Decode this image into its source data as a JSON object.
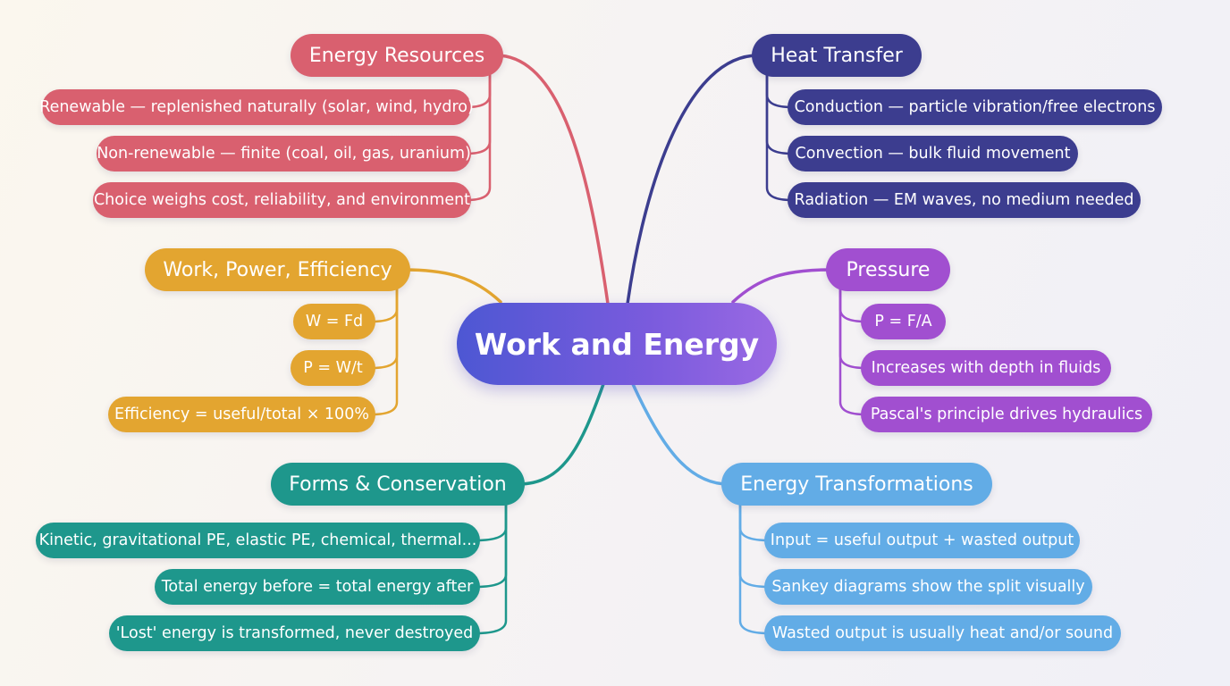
{
  "center": {
    "label": "Work and Energy"
  },
  "branches": {
    "resources": {
      "label": "Energy Resources",
      "color": "#d9606f",
      "items": [
        "Renewable — replenished naturally (solar, wind, hydro)",
        "Non-renewable — finite (coal, oil, gas, uranium)",
        "Choice weighs cost, reliability, and environment"
      ]
    },
    "heat": {
      "label": "Heat Transfer",
      "color": "#3c3d8f",
      "items": [
        "Conduction — particle vibration/free electrons",
        "Convection — bulk fluid movement",
        "Radiation — EM waves, no medium needed"
      ]
    },
    "work": {
      "label": "Work, Power, Efficiency",
      "color": "#e3a530",
      "items": [
        "W = Fd",
        "P = W/t",
        "Efficiency = useful/total × 100%"
      ]
    },
    "pressure": {
      "label": "Pressure",
      "color": "#a14fd0",
      "items": [
        "P = F/A",
        "Increases with depth in fluids",
        "Pascal's principle drives hydraulics"
      ]
    },
    "forms": {
      "label": "Forms & Conservation",
      "color": "#1e978c",
      "items": [
        "Kinetic, gravitational PE, elastic PE, chemical, thermal...",
        "Total energy before = total energy after",
        "'Lost' energy is transformed, never destroyed"
      ]
    },
    "transformations": {
      "label": "Energy Transformations",
      "color": "#62ace6",
      "items": [
        "Input = useful output + wasted output",
        "Sankey diagrams show the split visually",
        "Wasted output is usually heat and/or sound"
      ]
    }
  }
}
